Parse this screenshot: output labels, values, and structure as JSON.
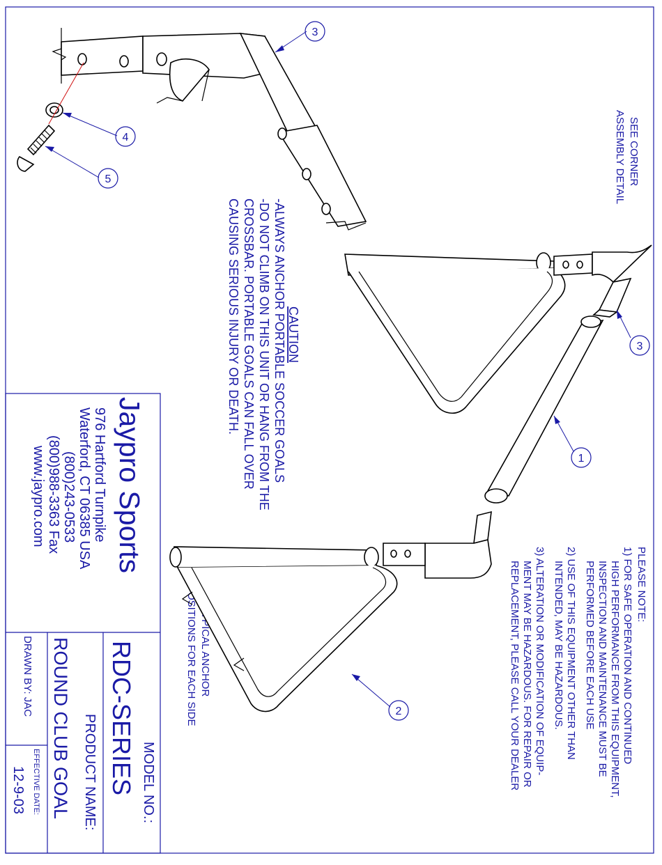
{
  "title_block": {
    "company": "Jaypro Sports",
    "address_line1": "976 Hartford Turnpike",
    "address_line2": "Waterford, CT 06385 USA",
    "phone": "(800)243-0533",
    "fax": "(800)988-3363 Fax",
    "website": "www.jaypro.com",
    "model_label": "MODEL NO.:",
    "model_value": "RDC-SERIES",
    "product_label": "PRODUCT NAME:",
    "product_value": "ROUND CLUB GOAL",
    "drawn_by": "DRAWN BY: JAC",
    "effective_label": "EFFECTIVE DATE:",
    "effective_value": "12-9-03"
  },
  "caution": {
    "heading": "CAUTION",
    "lines": [
      "-ALWAYS ANCHOR PORTABLE SOCCER GOALS",
      "-DO NOT CLIMB ON THIS UNIT OR HANG FROM THE",
      "CROSSBAR. PORTABLE GOALS CAN FALL OVER",
      "CAUSING SERIOUS INJURY OR DEATH."
    ]
  },
  "notes": {
    "heading": "PLEASE NOTE:",
    "lines": [
      "1) FOR SAFE OPERATION AND CONTINUED",
      "HIGH PERFORMANCE FROM THIS EQUIPMENT,",
      "INSPECTION AND MAINTENANCE MUST BE",
      "PERFORMED BEFORE EACH USE",
      "2) USE OF THIS EQUIPMENT OTHER THAN",
      "INTENDED, MAY BE HAZARDOUS.",
      "3) ALTERATION OR MODIFICATION OF EQUIP-",
      "MENT MAY BE HAZARDOUS.  FOR REPAIR OR",
      "REPLACEMENT, PLEASE CALL YOUR DEALER"
    ]
  },
  "corner_detail": {
    "line1": "SEE CORNER",
    "line2": "ASSEMBLY DETAIL"
  },
  "anchor_note": {
    "line1": "TYPICAL ANCHOR",
    "line2": "POSITIONS FOR EACH SIDE"
  },
  "callouts": {
    "c1": "1",
    "c2": "2",
    "c3a": "3",
    "c3b": "3",
    "c4": "4",
    "c5": "5"
  },
  "colors": {
    "annotation": "#1a1aa6",
    "linework": "#000000",
    "leader_red": "#d01010"
  }
}
